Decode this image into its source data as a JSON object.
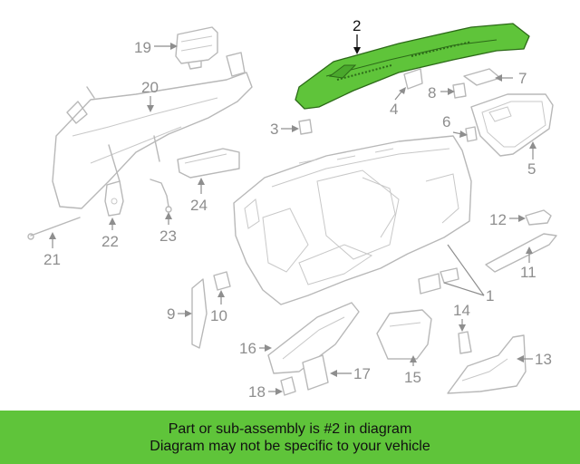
{
  "diagram": {
    "highlight_color": "#5fc43a",
    "highlighted_part": "2",
    "callouts": [
      "1",
      "2",
      "3",
      "4",
      "5",
      "6",
      "7",
      "8",
      "9",
      "10",
      "11",
      "12",
      "13",
      "14",
      "15",
      "16",
      "17",
      "18",
      "19",
      "20",
      "21",
      "22",
      "23",
      "24"
    ]
  },
  "banner": {
    "line1": "Part or sub-assembly is #2 in diagram",
    "line2": "Diagram may not be specific to your vehicle",
    "background": "#5fc43a"
  }
}
